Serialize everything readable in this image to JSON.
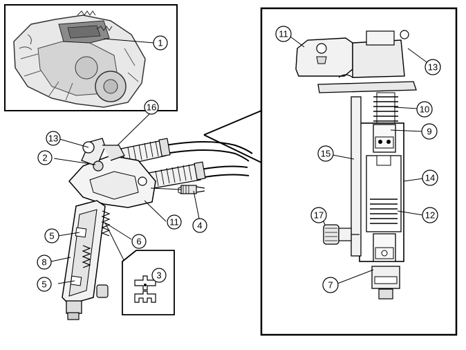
{
  "diagram": {
    "callouts": [
      {
        "id": "c1",
        "text": "1"
      },
      {
        "id": "c2",
        "text": "2"
      },
      {
        "id": "c3",
        "text": "3"
      },
      {
        "id": "c4",
        "text": "4"
      },
      {
        "id": "c5a",
        "text": "5"
      },
      {
        "id": "c5b",
        "text": "5"
      },
      {
        "id": "c6",
        "text": "6"
      },
      {
        "id": "c7",
        "text": "7"
      },
      {
        "id": "c8",
        "text": "8"
      },
      {
        "id": "c9",
        "text": "9"
      },
      {
        "id": "c10",
        "text": "10"
      },
      {
        "id": "c11a",
        "text": "11"
      },
      {
        "id": "c11b",
        "text": "11"
      },
      {
        "id": "c12",
        "text": "12"
      },
      {
        "id": "c13a",
        "text": "13"
      },
      {
        "id": "c13b",
        "text": "13"
      },
      {
        "id": "c14",
        "text": "14"
      },
      {
        "id": "c15",
        "text": "15"
      },
      {
        "id": "c16",
        "text": "16"
      },
      {
        "id": "c17",
        "text": "17"
      }
    ]
  }
}
